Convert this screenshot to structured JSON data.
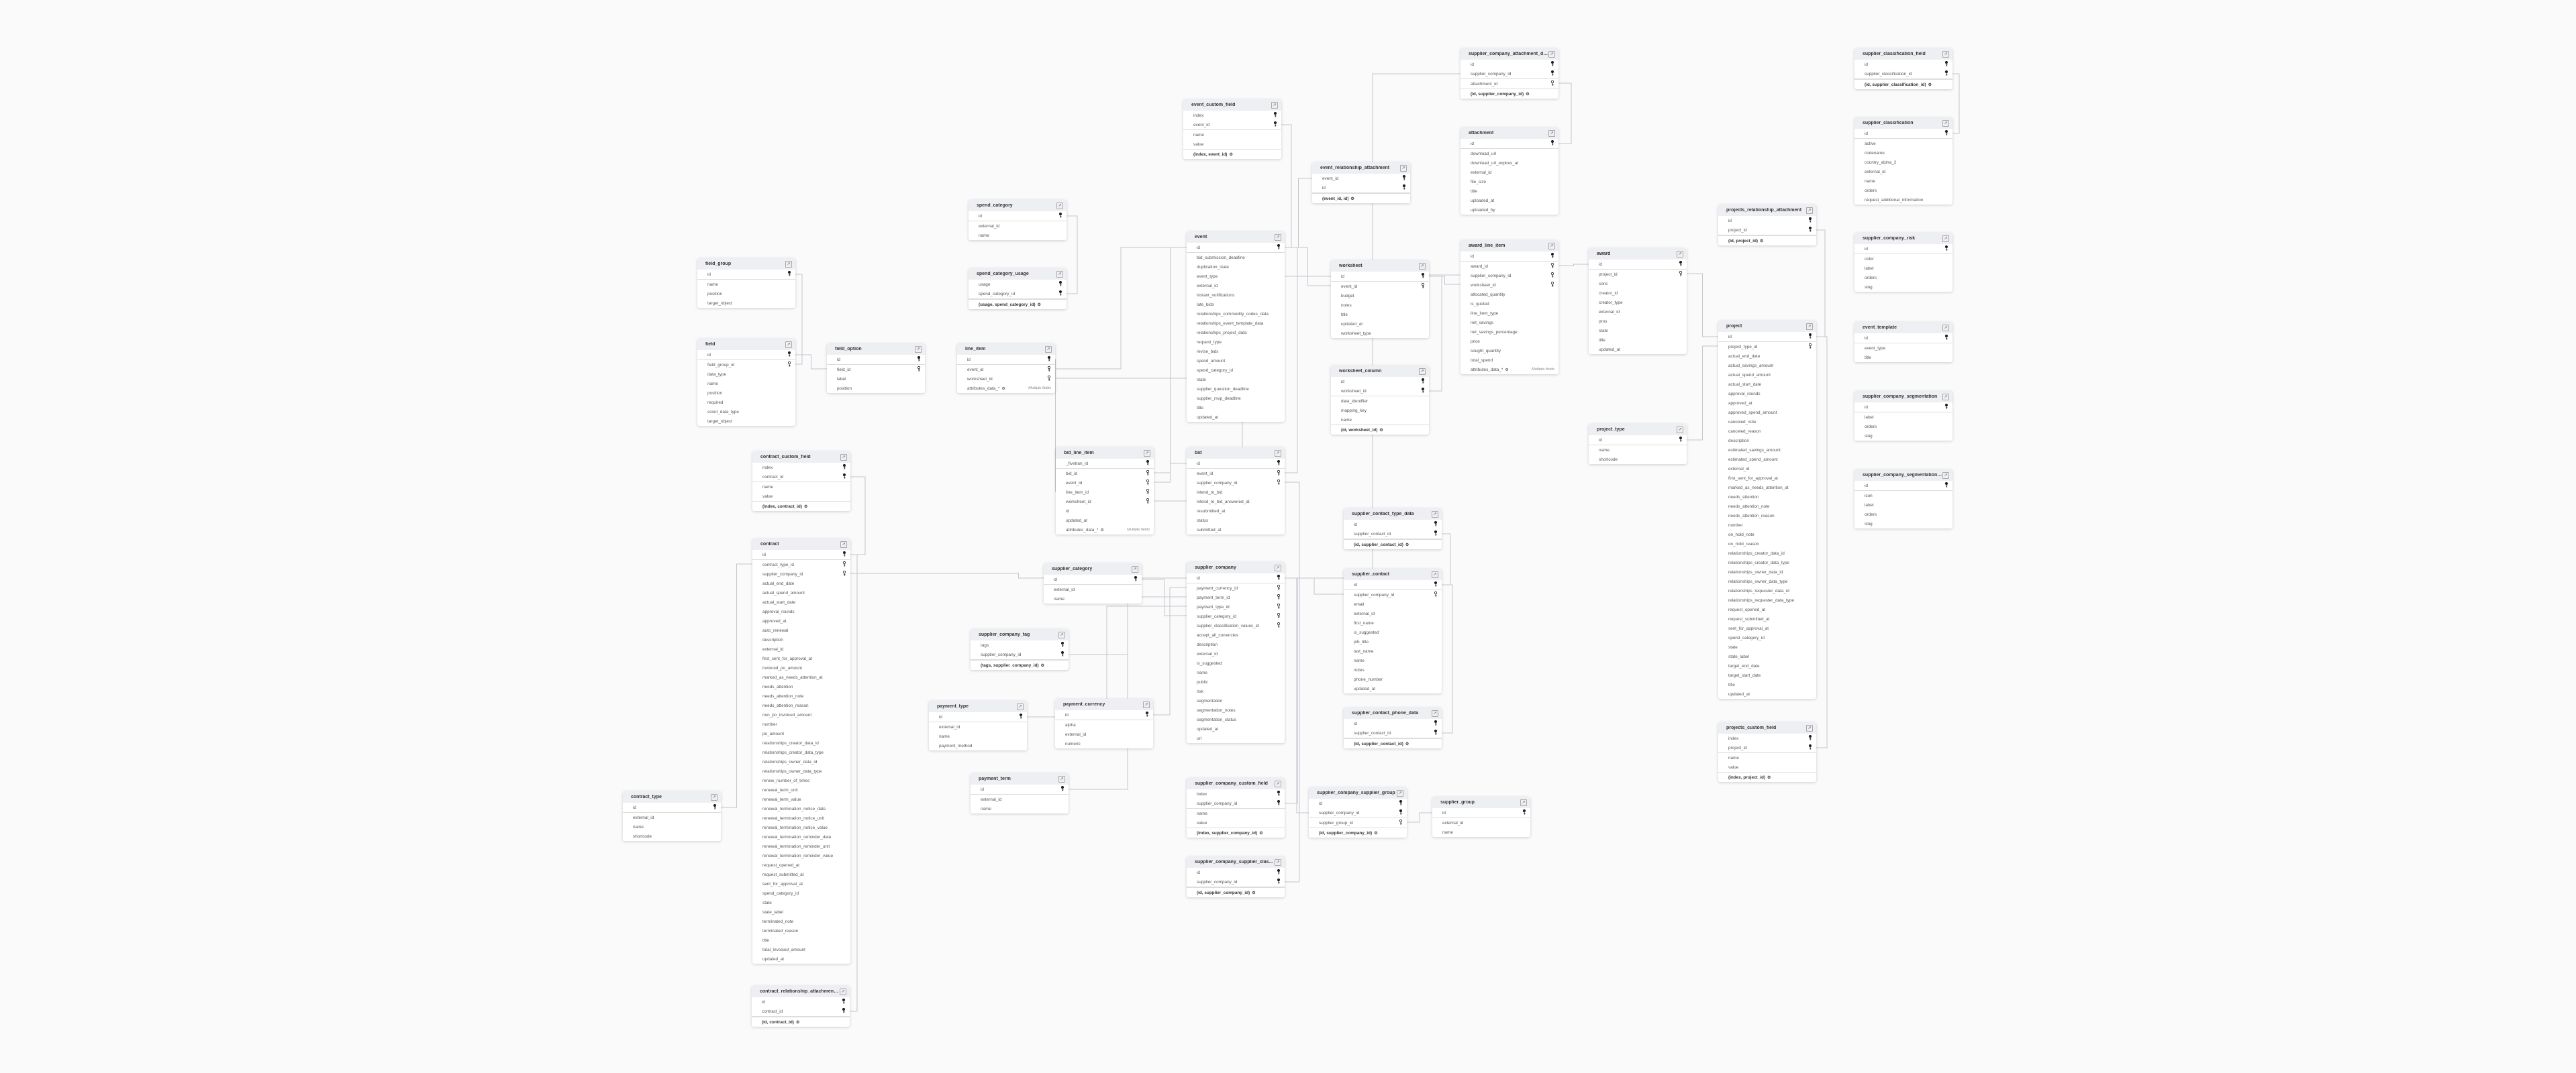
{
  "tables": [
    {
      "name": "field_group",
      "rows": [
        [
          "id",
          "pk"
        ],
        [
          "name"
        ],
        [
          "position"
        ],
        [
          "target_object"
        ]
      ]
    },
    {
      "name": "field",
      "rows": [
        [
          "id",
          "pk"
        ],
        [
          "field_group_id",
          "fk"
        ],
        [
          "data_type"
        ],
        [
          "name"
        ],
        [
          "position"
        ],
        [
          "required"
        ],
        [
          "scout_data_type"
        ],
        [
          "target_object"
        ]
      ]
    },
    {
      "name": "field_option",
      "rows": [
        [
          "id",
          "pk"
        ],
        [
          "field_id",
          "fk"
        ],
        [
          "label"
        ],
        [
          "position"
        ]
      ]
    },
    {
      "name": "spend_category",
      "rows": [
        [
          "id",
          "pk"
        ],
        [
          "external_id"
        ],
        [
          "name"
        ]
      ]
    },
    {
      "name": "spend_category_usage",
      "rows": [
        [
          "usage",
          "pk"
        ],
        [
          "spend_category_id",
          "pk"
        ],
        [
          "(usage, spend_category_id)",
          "c"
        ]
      ]
    },
    {
      "name": "line_item",
      "rows": [
        [
          "id",
          "pk"
        ],
        [
          "event_id",
          "fk"
        ],
        [
          "worksheet_id",
          "fk"
        ],
        [
          "attributes_data_*",
          "m",
          "Multiple fields"
        ]
      ]
    },
    {
      "name": "event_custom_field",
      "rows": [
        [
          "index",
          "pk"
        ],
        [
          "event_id",
          "pk"
        ],
        [
          "name"
        ],
        [
          "value"
        ],
        [
          "(index, event_id)",
          "c"
        ]
      ]
    },
    {
      "name": "event",
      "rows": [
        [
          "id",
          "pk"
        ],
        [
          "bid_submission_deadline"
        ],
        [
          "duplication_state"
        ],
        [
          "event_type"
        ],
        [
          "external_id"
        ],
        [
          "instant_notifications"
        ],
        [
          "late_bids"
        ],
        [
          "relationships_commodity_codes_data"
        ],
        [
          "relationships_event_template_data"
        ],
        [
          "relationships_project_data"
        ],
        [
          "request_type"
        ],
        [
          "revise_bids"
        ],
        [
          "spend_amount"
        ],
        [
          "spend_category_id"
        ],
        [
          "state"
        ],
        [
          "supplier_question_deadline"
        ],
        [
          "supplier_rsvp_deadline"
        ],
        [
          "title"
        ],
        [
          "updated_at"
        ]
      ]
    },
    {
      "name": "event_relationship_attachment",
      "rows": [
        [
          "event_id",
          "pk"
        ],
        [
          "id",
          "pk"
        ],
        [
          "(event_id, id)",
          "c"
        ]
      ]
    },
    {
      "name": "worksheet",
      "rows": [
        [
          "id",
          "pk"
        ],
        [
          "event_id",
          "fk"
        ],
        [
          "budget"
        ],
        [
          "notes"
        ],
        [
          "title"
        ],
        [
          "updated_at"
        ],
        [
          "worksheet_type"
        ]
      ]
    },
    {
      "name": "worksheet_column",
      "rows": [
        [
          "id",
          "pk"
        ],
        [
          "worksheet_id",
          "pk"
        ],
        [
          "data_identifier"
        ],
        [
          "mapping_key"
        ],
        [
          "name"
        ],
        [
          "(id, worksheet_id)",
          "c"
        ]
      ]
    },
    {
      "name": "supplier_company_attachment_data",
      "rows": [
        [
          "id",
          "pk"
        ],
        [
          "supplier_company_id",
          "pk"
        ],
        [
          "attachment_id",
          "fk"
        ],
        [
          "(id, supplier_company_id)",
          "c"
        ]
      ]
    },
    {
      "name": "attachment",
      "rows": [
        [
          "id",
          "pk"
        ],
        [
          "download_url"
        ],
        [
          "download_url_expires_at"
        ],
        [
          "external_id"
        ],
        [
          "file_size"
        ],
        [
          "title"
        ],
        [
          "uploaded_at"
        ],
        [
          "uploaded_by"
        ]
      ]
    },
    {
      "name": "award_line_item",
      "rows": [
        [
          "id",
          "pk"
        ],
        [
          "award_id",
          "fk"
        ],
        [
          "supplier_company_id",
          "fk"
        ],
        [
          "worksheet_id",
          "fk"
        ],
        [
          "allocated_quantity"
        ],
        [
          "is_quoted"
        ],
        [
          "line_item_type"
        ],
        [
          "net_savings"
        ],
        [
          "net_savings_percentage"
        ],
        [
          "price"
        ],
        [
          "sought_quantity"
        ],
        [
          "total_spend"
        ],
        [
          "attributes_data_*",
          "m",
          "Multiple fields"
        ]
      ]
    },
    {
      "name": "award",
      "rows": [
        [
          "id",
          "pk"
        ],
        [
          "project_id",
          "fk"
        ],
        [
          "cons"
        ],
        [
          "creator_id"
        ],
        [
          "creator_type"
        ],
        [
          "external_id"
        ],
        [
          "pros"
        ],
        [
          "state"
        ],
        [
          "title"
        ],
        [
          "updated_at"
        ]
      ]
    },
    {
      "name": "project_type",
      "rows": [
        [
          "id",
          "pk"
        ],
        [
          "name"
        ],
        [
          "shortcode"
        ]
      ]
    },
    {
      "name": "projects_relationship_attachment",
      "rows": [
        [
          "id",
          "pk"
        ],
        [
          "project_id",
          "pk"
        ],
        [
          "(id, project_id)",
          "c"
        ]
      ]
    },
    {
      "name": "project",
      "rows": [
        [
          "id",
          "pk"
        ],
        [
          "project_type_id",
          "fk"
        ],
        [
          "actual_end_date"
        ],
        [
          "actual_savings_amount"
        ],
        [
          "actual_spend_amount"
        ],
        [
          "actual_start_date"
        ],
        [
          "approval_rounds"
        ],
        [
          "approved_at"
        ],
        [
          "approved_spend_amount"
        ],
        [
          "canceled_note"
        ],
        [
          "canceled_reason"
        ],
        [
          "description"
        ],
        [
          "estimated_savings_amount"
        ],
        [
          "estimated_spend_amount"
        ],
        [
          "external_id"
        ],
        [
          "first_sent_for_approval_at"
        ],
        [
          "marked_as_needs_attention_at"
        ],
        [
          "needs_attention"
        ],
        [
          "needs_attention_note"
        ],
        [
          "needs_attention_reason"
        ],
        [
          "number"
        ],
        [
          "on_hold_note"
        ],
        [
          "on_hold_reason"
        ],
        [
          "relationships_creator_data_id"
        ],
        [
          "relationships_creator_data_type"
        ],
        [
          "relationships_owner_data_id"
        ],
        [
          "relationships_owner_data_type"
        ],
        [
          "relationships_requester_data_id"
        ],
        [
          "relationships_requester_data_type"
        ],
        [
          "request_opened_at"
        ],
        [
          "request_submitted_at"
        ],
        [
          "sent_for_approval_at"
        ],
        [
          "spend_category_id"
        ],
        [
          "state"
        ],
        [
          "state_label"
        ],
        [
          "target_end_date"
        ],
        [
          "target_start_date"
        ],
        [
          "title"
        ],
        [
          "updated_at"
        ]
      ]
    },
    {
      "name": "projects_custom_field",
      "rows": [
        [
          "index",
          "pk"
        ],
        [
          "project_id",
          "pk"
        ],
        [
          "name"
        ],
        [
          "value"
        ],
        [
          "(index, project_id)",
          "c"
        ]
      ]
    },
    {
      "name": "supplier_classification_field",
      "rows": [
        [
          "id",
          "pk"
        ],
        [
          "supplier_classification_id",
          "pk"
        ],
        [
          "(id, supplier_classification_id)",
          "c"
        ]
      ]
    },
    {
      "name": "supplier_classification",
      "rows": [
        [
          "id",
          "pk"
        ],
        [
          "active"
        ],
        [
          "codename"
        ],
        [
          "country_alpha_2"
        ],
        [
          "external_id"
        ],
        [
          "name"
        ],
        [
          "orders"
        ],
        [
          "request_additional_information"
        ]
      ]
    },
    {
      "name": "supplier_company_risk",
      "rows": [
        [
          "id",
          "pk"
        ],
        [
          "color"
        ],
        [
          "label"
        ],
        [
          "orders"
        ],
        [
          "slug"
        ]
      ]
    },
    {
      "name": "event_template",
      "rows": [
        [
          "id",
          "pk"
        ],
        [
          "event_type"
        ],
        [
          "title"
        ]
      ]
    },
    {
      "name": "supplier_company_segmentation",
      "rows": [
        [
          "id",
          "pk"
        ],
        [
          "label"
        ],
        [
          "orders"
        ],
        [
          "slug"
        ]
      ]
    },
    {
      "name": "supplier_company_segmentation_status",
      "rows": [
        [
          "id",
          "pk"
        ],
        [
          "icon"
        ],
        [
          "label"
        ],
        [
          "orders"
        ],
        [
          "slug"
        ]
      ]
    },
    {
      "name": "contract_custom_field",
      "rows": [
        [
          "index",
          "pk"
        ],
        [
          "contract_id",
          "pk"
        ],
        [
          "name"
        ],
        [
          "value"
        ],
        [
          "(index, contract_id)",
          "c"
        ]
      ]
    },
    {
      "name": "contract",
      "rows": [
        [
          "id",
          "pk"
        ],
        [
          "contract_type_id",
          "fk"
        ],
        [
          "supplier_company_id",
          "fk"
        ],
        [
          "actual_end_date"
        ],
        [
          "actual_spend_amount"
        ],
        [
          "actual_start_date"
        ],
        [
          "approval_rounds"
        ],
        [
          "approved_at"
        ],
        [
          "auto_renewal"
        ],
        [
          "description"
        ],
        [
          "external_id"
        ],
        [
          "first_sent_for_approval_at"
        ],
        [
          "invoiced_po_amount"
        ],
        [
          "marked_as_needs_attention_at"
        ],
        [
          "needs_attention"
        ],
        [
          "needs_attention_note"
        ],
        [
          "needs_attention_reason"
        ],
        [
          "non_po_invoiced_amount"
        ],
        [
          "number"
        ],
        [
          "po_amount"
        ],
        [
          "relationships_creator_data_id"
        ],
        [
          "relationships_creator_data_type"
        ],
        [
          "relationships_owner_data_id"
        ],
        [
          "relationships_owner_data_type"
        ],
        [
          "renew_number_of_times"
        ],
        [
          "renewal_term_unit"
        ],
        [
          "renewal_term_value"
        ],
        [
          "renewal_termination_notice_date"
        ],
        [
          "renewal_termination_notice_unit"
        ],
        [
          "renewal_termination_notice_value"
        ],
        [
          "renewal_termination_reminder_date"
        ],
        [
          "renewal_termination_reminder_unit"
        ],
        [
          "renewal_termination_reminder_value"
        ],
        [
          "request_opened_at"
        ],
        [
          "request_submitted_at"
        ],
        [
          "sent_for_approval_at"
        ],
        [
          "spend_category_id"
        ],
        [
          "state"
        ],
        [
          "state_label"
        ],
        [
          "terminated_note"
        ],
        [
          "terminated_reason"
        ],
        [
          "title"
        ],
        [
          "total_invoiced_amount"
        ],
        [
          "updated_at"
        ]
      ]
    },
    {
      "name": "contract_type",
      "rows": [
        [
          "id",
          "pk"
        ],
        [
          "external_id"
        ],
        [
          "name"
        ],
        [
          "shortcode"
        ]
      ]
    },
    {
      "name": "contract_relationship_attachment_data",
      "rows": [
        [
          "id",
          "pk"
        ],
        [
          "contract_id",
          "pk"
        ],
        [
          "(id, contract_id)",
          "c"
        ]
      ]
    },
    {
      "name": "bid_line_item",
      "rows": [
        [
          "_fivetran_id",
          "pk"
        ],
        [
          "bid_id",
          "fk"
        ],
        [
          "event_id",
          "fk"
        ],
        [
          "line_item_id",
          "fk"
        ],
        [
          "worksheet_id",
          "fk"
        ],
        [
          "id"
        ],
        [
          "updated_at"
        ],
        [
          "attributes_data_*",
          "m",
          "Multiple fields"
        ]
      ]
    },
    {
      "name": "bid",
      "rows": [
        [
          "id",
          "pk"
        ],
        [
          "event_id",
          "fk"
        ],
        [
          "supplier_company_id",
          "fk"
        ],
        [
          "intend_to_bid"
        ],
        [
          "intend_to_bid_answered_at"
        ],
        [
          "resubmitted_at"
        ],
        [
          "status"
        ],
        [
          "submitted_at"
        ]
      ]
    },
    {
      "name": "supplier_category",
      "rows": [
        [
          "id",
          "pk"
        ],
        [
          "external_id"
        ],
        [
          "name"
        ]
      ]
    },
    {
      "name": "supplier_company",
      "rows": [
        [
          "id",
          "pk"
        ],
        [
          "payment_currency_id",
          "fk"
        ],
        [
          "payment_term_id",
          "fk"
        ],
        [
          "payment_type_id",
          "fk"
        ],
        [
          "supplier_category_id",
          "fk"
        ],
        [
          "supplier_classification_values_id",
          "fk"
        ],
        [
          "accept_all_currencies"
        ],
        [
          "description"
        ],
        [
          "external_id"
        ],
        [
          "is_suggested"
        ],
        [
          "name"
        ],
        [
          "public"
        ],
        [
          "risk"
        ],
        [
          "segmentation"
        ],
        [
          "segmentation_notes"
        ],
        [
          "segmentation_status"
        ],
        [
          "updated_at"
        ],
        [
          "url"
        ]
      ]
    },
    {
      "name": "supplier_company_tag",
      "rows": [
        [
          "tags",
          "pk"
        ],
        [
          "supplier_company_id",
          "pk"
        ],
        [
          "(tags, supplier_company_id)",
          "c"
        ]
      ]
    },
    {
      "name": "payment_type",
      "rows": [
        [
          "id",
          "pk"
        ],
        [
          "external_id"
        ],
        [
          "name"
        ],
        [
          "payment_method"
        ]
      ]
    },
    {
      "name": "payment_currency",
      "rows": [
        [
          "id",
          "pk"
        ],
        [
          "alpha"
        ],
        [
          "external_id"
        ],
        [
          "numeric"
        ]
      ]
    },
    {
      "name": "payment_term",
      "rows": [
        [
          "id",
          "pk"
        ],
        [
          "external_id"
        ],
        [
          "name"
        ]
      ]
    },
    {
      "name": "supplier_company_custom_field",
      "rows": [
        [
          "index",
          "pk"
        ],
        [
          "supplier_company_id",
          "pk"
        ],
        [
          "name"
        ],
        [
          "value"
        ],
        [
          "(index, supplier_company_id)",
          "c"
        ]
      ]
    },
    {
      "name": "supplier_company_supplier_classificat...",
      "rows": [
        [
          "id",
          "pk"
        ],
        [
          "supplier_company_id",
          "pk"
        ],
        [
          "(id, supplier_company_id)",
          "c"
        ]
      ]
    },
    {
      "name": "supplier_company_supplier_group",
      "rows": [
        [
          "id",
          "pk"
        ],
        [
          "supplier_company_id",
          "pk"
        ],
        [
          "supplier_group_id",
          "fk"
        ],
        [
          "(id, supplier_company_id)",
          "c"
        ]
      ]
    },
    {
      "name": "supplier_group",
      "rows": [
        [
          "id",
          "pk"
        ],
        [
          "external_id"
        ],
        [
          "name"
        ]
      ]
    },
    {
      "name": "supplier_contact_type_data",
      "rows": [
        [
          "id",
          "pk"
        ],
        [
          "supplier_contact_id",
          "pk"
        ],
        [
          "(id, supplier_contact_id)",
          "c"
        ]
      ]
    },
    {
      "name": "supplier_contact",
      "rows": [
        [
          "id",
          "pk"
        ],
        [
          "supplier_company_id",
          "fk"
        ],
        [
          "email"
        ],
        [
          "external_id"
        ],
        [
          "first_name"
        ],
        [
          "is_suggested"
        ],
        [
          "job_title"
        ],
        [
          "last_name"
        ],
        [
          "name"
        ],
        [
          "notes"
        ],
        [
          "phone_number"
        ],
        [
          "updated_at"
        ]
      ]
    },
    {
      "name": "supplier_contact_phone_data",
      "rows": [
        [
          "id",
          "pk"
        ],
        [
          "supplier_contact_id",
          "pk"
        ],
        [
          "(id, supplier_contact_id)",
          "c"
        ]
      ]
    }
  ]
}
